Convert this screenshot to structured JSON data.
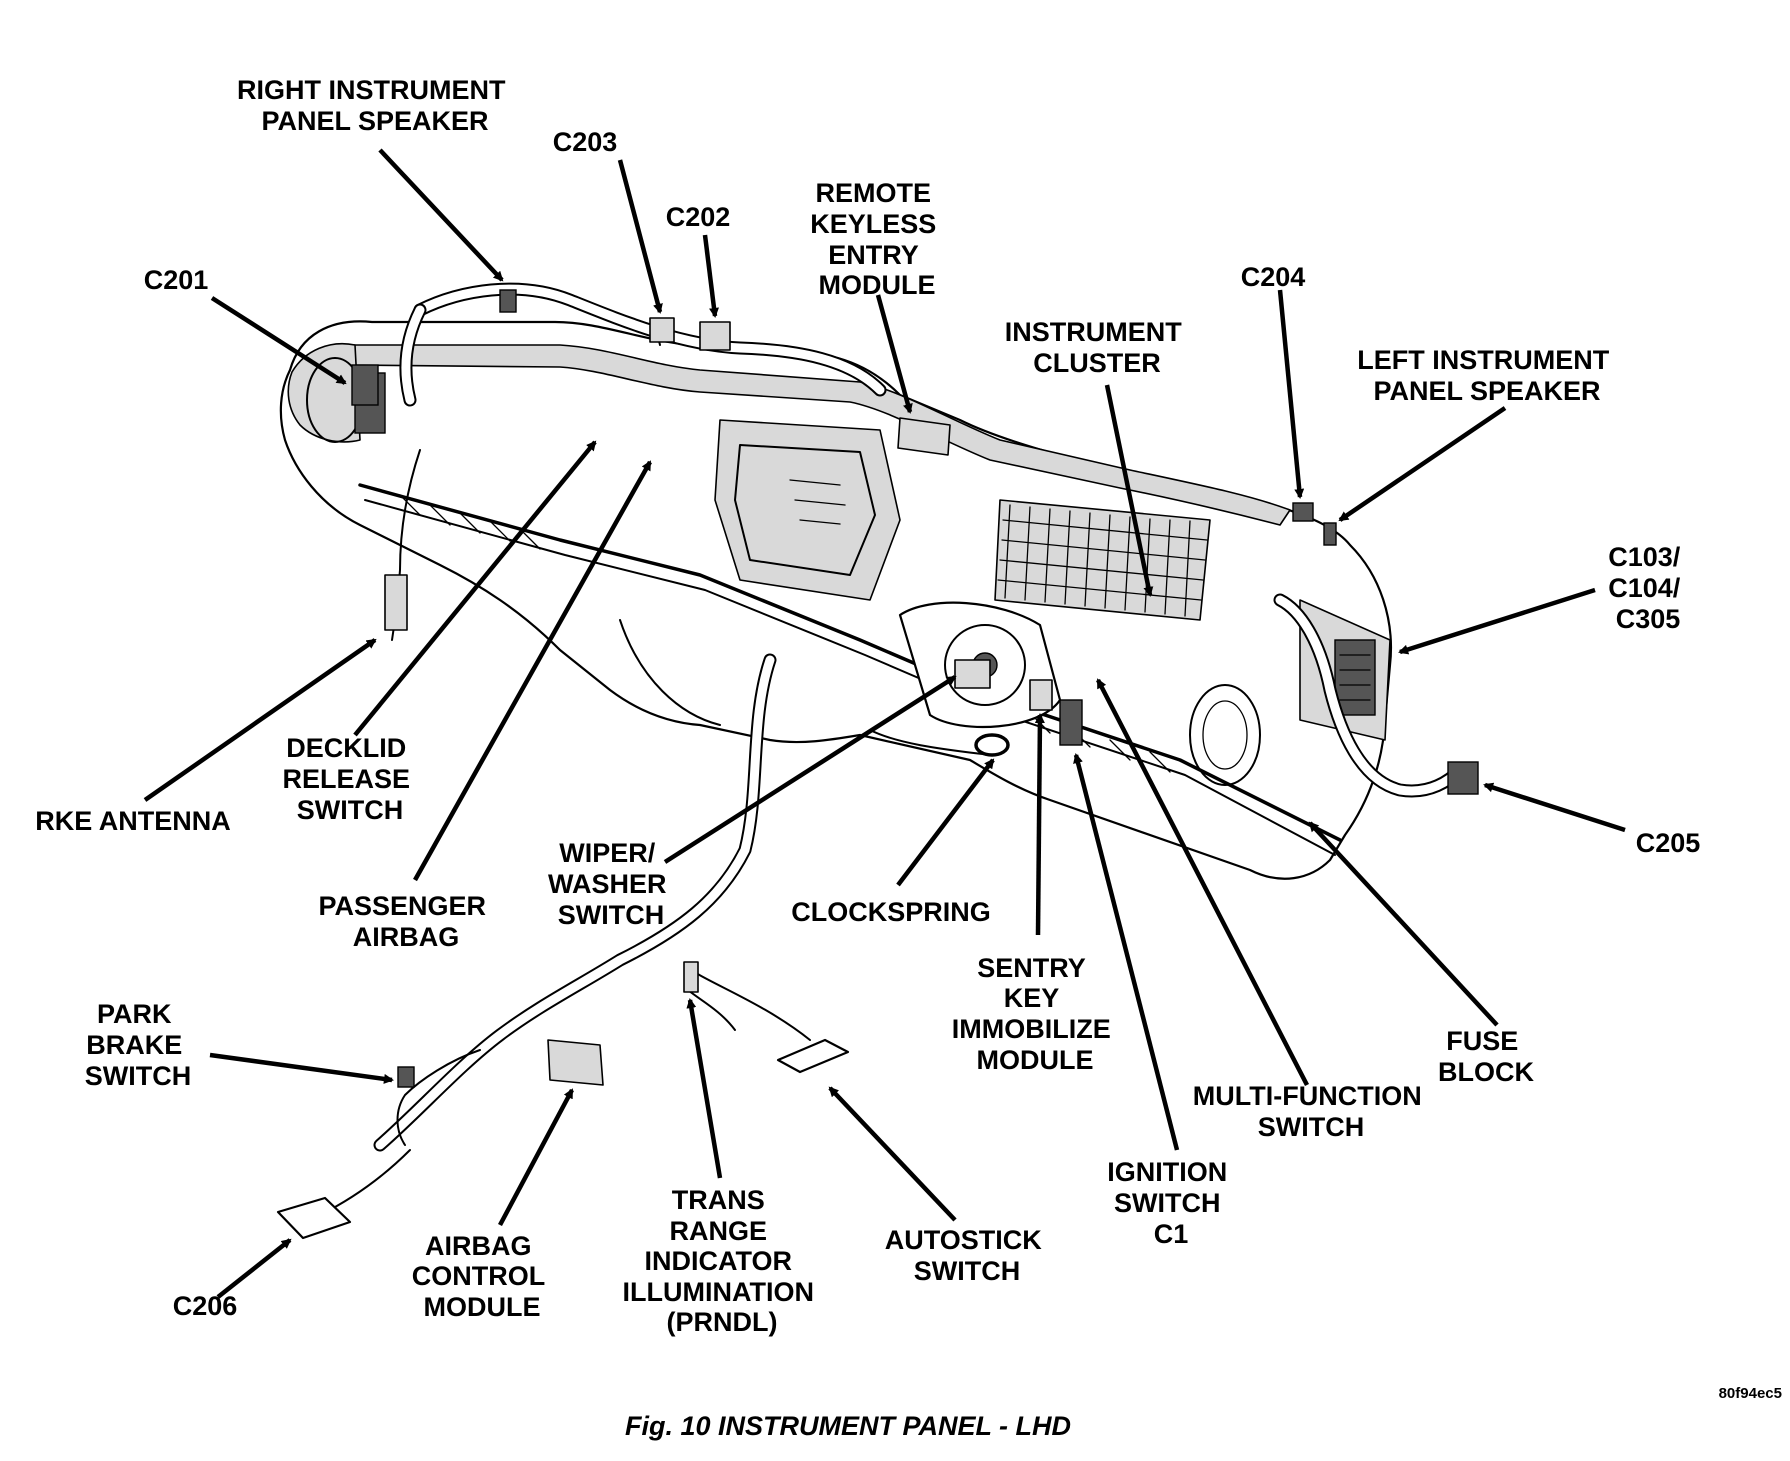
{
  "labels": {
    "right_ip_speaker": [
      "RIGHT INSTRUMENT",
      "PANEL SPEAKER"
    ],
    "c203": [
      "C203"
    ],
    "c202": [
      "C202"
    ],
    "rke_module": [
      "REMOTE",
      "KEYLESS",
      "ENTRY",
      "MODULE"
    ],
    "c201": [
      "C201"
    ],
    "c204": [
      "C204"
    ],
    "instrument_cluster": [
      "INSTRUMENT",
      "CLUSTER"
    ],
    "left_ip_speaker": [
      "LEFT INSTRUMENT",
      "PANEL SPEAKER"
    ],
    "c103_c104_c305": [
      "C103/",
      "C104/",
      "C305"
    ],
    "c205": [
      "C205"
    ],
    "rke_antenna": [
      "RKE ANTENNA"
    ],
    "decklid_release": [
      "DECKLID",
      "RELEASE",
      "SWITCH"
    ],
    "passenger_airbag": [
      "PASSENGER",
      "AIRBAG"
    ],
    "wiper_washer": [
      "WIPER/",
      "WASHER",
      "SWITCH"
    ],
    "clockspring": [
      "CLOCKSPRING"
    ],
    "sentry_key": [
      "SENTRY",
      "KEY",
      "IMMOBILIZE",
      "MODULE"
    ],
    "multi_function": [
      "MULTI-FUNCTION",
      "SWITCH"
    ],
    "fuse_block": [
      "FUSE",
      "BLOCK"
    ],
    "ignition_switch": [
      "IGNITION",
      "SWITCH",
      "C1"
    ],
    "park_brake": [
      "PARK",
      "BRAKE",
      "SWITCH"
    ],
    "airbag_control": [
      "AIRBAG",
      "CONTROL",
      "MODULE"
    ],
    "trans_range": [
      "TRANS",
      "RANGE",
      "INDICATOR",
      "ILLUMINATION",
      "(PRNDL)"
    ],
    "autostick": [
      "AUTOSTICK",
      "SWITCH"
    ],
    "c206": [
      "C206"
    ]
  },
  "figure_code": "80f94ec5",
  "caption": "Fig. 10 INSTRUMENT PANEL - LHD"
}
